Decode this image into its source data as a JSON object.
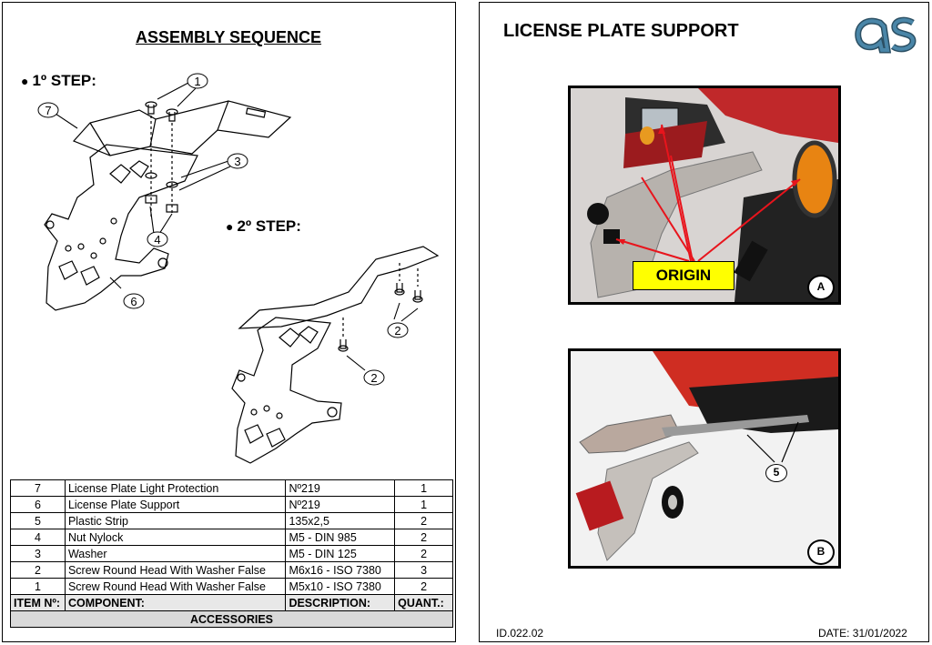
{
  "assembly": {
    "title": "ASSEMBLY SEQUENCE",
    "step1": "1º STEP:",
    "step2": "2º STEP:",
    "callouts": {
      "step1": [
        "1",
        "7",
        "3",
        "4",
        "6"
      ],
      "step2": [
        "2",
        "2"
      ]
    }
  },
  "bom": {
    "rows": [
      {
        "item": "7",
        "component": "License Plate Light Protection",
        "description": "Nº219",
        "qty": "1"
      },
      {
        "item": "6",
        "component": "License Plate Support",
        "description": "Nº219",
        "qty": "1"
      },
      {
        "item": "5",
        "component": "Plastic Strip",
        "description": "135x2,5",
        "qty": "2"
      },
      {
        "item": "4",
        "component": "Nut Nylock",
        "description": "M5 - DIN 985",
        "qty": "2"
      },
      {
        "item": "3",
        "component": "Washer",
        "description": "M5 - DIN 125",
        "qty": "2"
      },
      {
        "item": "2",
        "component": "Screw Round Head With Washer False",
        "description": "M6x16 - ISO 7380",
        "qty": "3"
      },
      {
        "item": "1",
        "component": "Screw Round Head With Washer False",
        "description": "M5x10 - ISO 7380",
        "qty": "2"
      }
    ],
    "header": {
      "item": "ITEM Nº:",
      "component": "COMPONENT:",
      "description": "DESCRIPTION:",
      "qty": "QUANT.:"
    },
    "section_label": "ACCESSORIES"
  },
  "right": {
    "title": "LICENSE PLATE SUPPORT",
    "logo_text": "AS",
    "photo_a": {
      "callout": "ORIGIN",
      "badge": "A"
    },
    "photo_b": {
      "callout": "5",
      "badge": "B"
    },
    "footer_id": "ID.022.02",
    "footer_date": "DATE: 31/01/2022"
  },
  "colors": {
    "origin_bg": "#ffff00",
    "arrow": "#e8141c",
    "logo": "#4a86a8"
  }
}
